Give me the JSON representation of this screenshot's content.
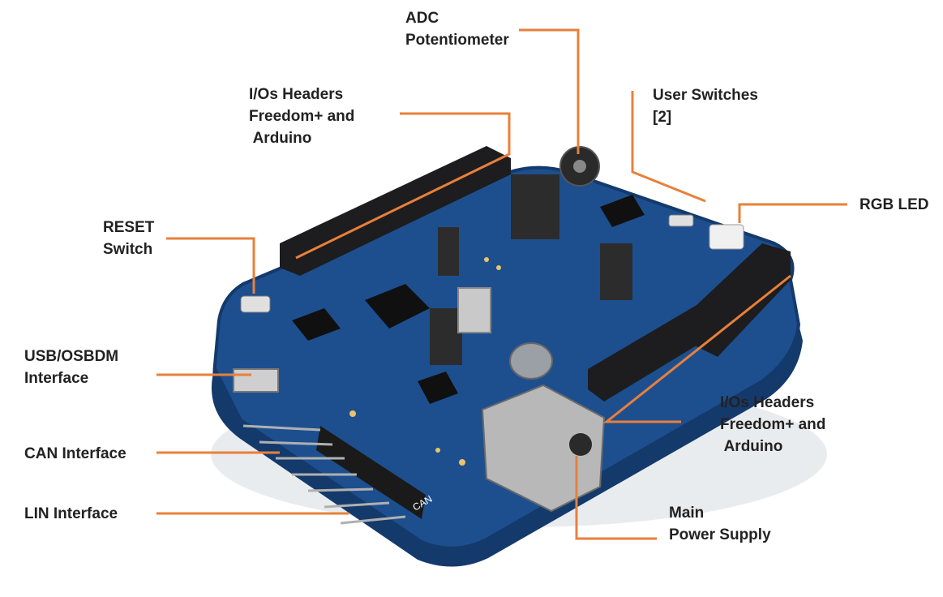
{
  "colors": {
    "leader": "#e8803a",
    "pcb": "#1d4f8f",
    "pcb_dark": "#143a6c",
    "header": "#1d1d1f",
    "label_text": "#222222"
  },
  "labels": {
    "adc": "ADC\nPotentiometer",
    "io_top": "I/Os Headers\nFreedom+ and\n Arduino",
    "user_switches": "User Switches\n[2]",
    "rgb_led": "RGB LED",
    "reset": "RESET\nSwitch",
    "usb": "USB/OSBDM\nInterface",
    "can": "CAN Interface",
    "lin": "LIN Interface",
    "io_right": "I/Os Headers\nFreedom+ and\n Arduino",
    "power": "Main\nPower Supply"
  },
  "board_silkscreen": {
    "can": "CAN"
  }
}
